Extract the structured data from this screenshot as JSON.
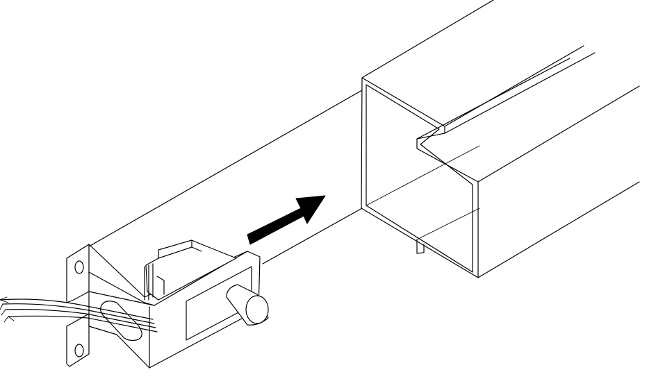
{
  "figure": {
    "kind": "assembly-illustration",
    "parts": [
      "extruded-channel-profile",
      "mounting-bracket-with-switch",
      "lead-wires"
    ],
    "insertion_arrow": "insert-direction-arrow",
    "colors": {
      "line": "#000000",
      "background": "#ffffff",
      "arrow": "#000000"
    }
  }
}
